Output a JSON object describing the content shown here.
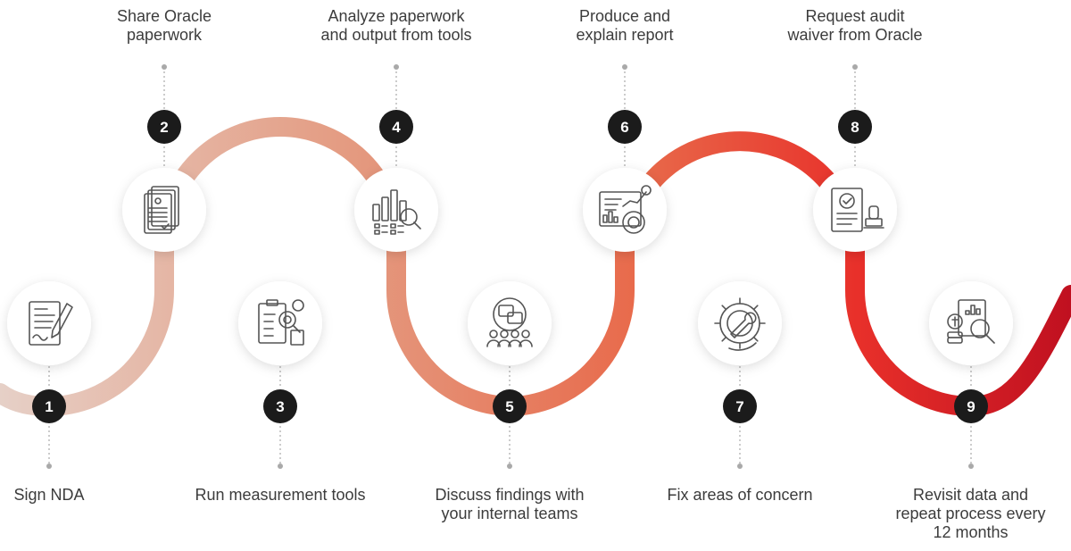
{
  "steps": [
    {
      "number": "1",
      "label": "Sign NDA",
      "icon": "document-signing-pen-icon"
    },
    {
      "number": "2",
      "label": "Share Oracle\npaperwork",
      "icon": "stacked-documents-icon"
    },
    {
      "number": "3",
      "label": "Run measurement tools",
      "icon": "clipboard-magnifier-icon"
    },
    {
      "number": "4",
      "label": "Analyze paperwork\nand output from tools",
      "icon": "bar-chart-magnifier-icon"
    },
    {
      "number": "5",
      "label": "Discuss findings with\nyour internal teams",
      "icon": "team-discussion-icon"
    },
    {
      "number": "6",
      "label": "Produce and\nexplain report",
      "icon": "dashboard-report-icon"
    },
    {
      "number": "7",
      "label": "Fix areas of concern",
      "icon": "gear-wrench-icon"
    },
    {
      "number": "8",
      "label": "Request audit\nwaiver from Oracle",
      "icon": "document-stamp-icon"
    },
    {
      "number": "9",
      "label": "Revisit data and\nrepeat process every\n12 months",
      "icon": "financial-report-magnifier-icon"
    }
  ],
  "colors": {
    "path_start": "#e0c3b8",
    "path_mid": "#e8896a",
    "path_end": "#c8101e",
    "badge": "#1b1b1b",
    "badge_text": "#ffffff",
    "icon_stroke": "#555555",
    "connector": "#a9a9a9"
  }
}
